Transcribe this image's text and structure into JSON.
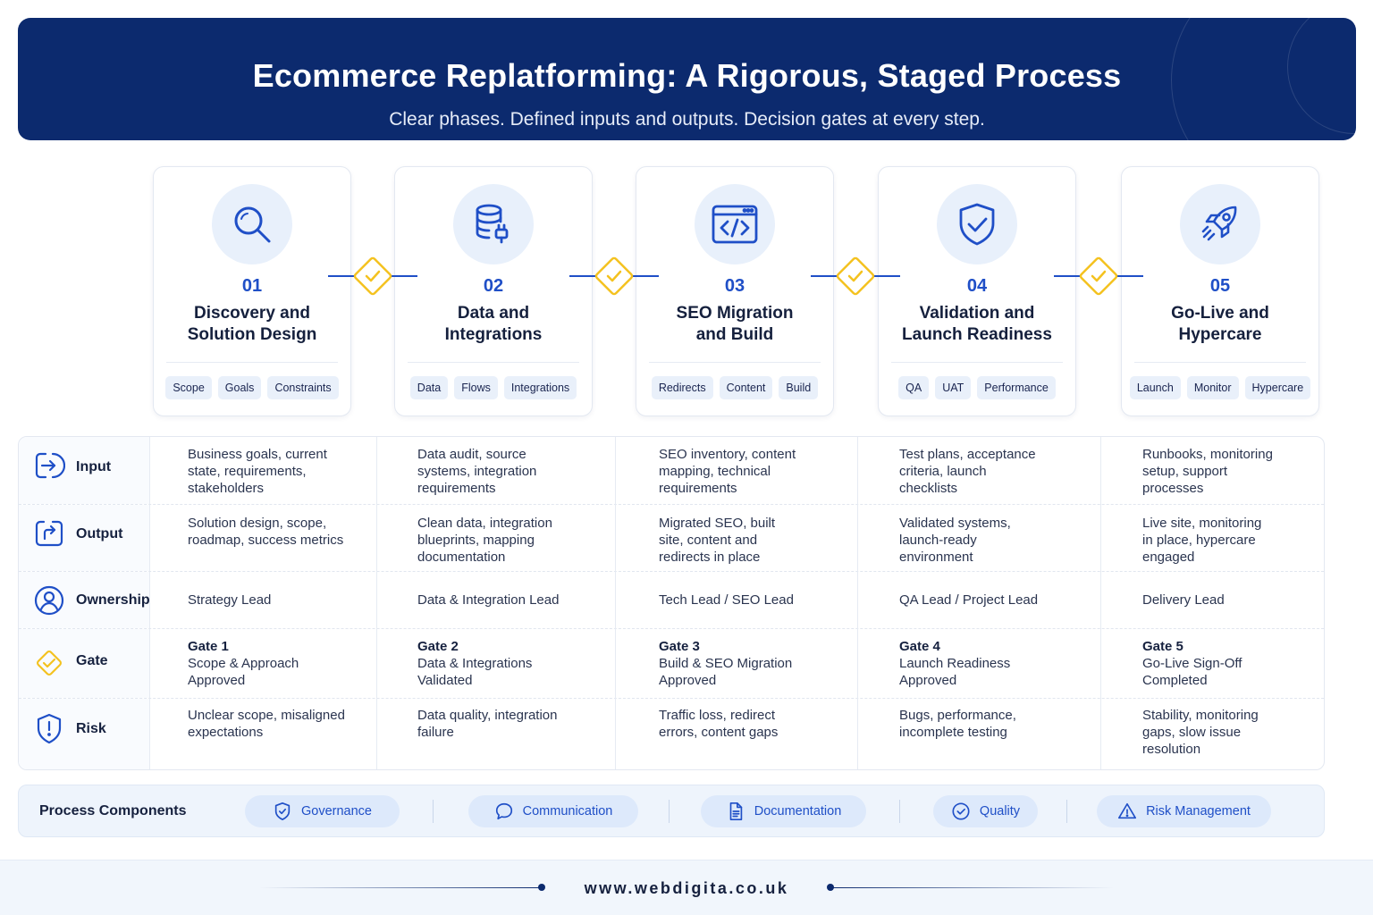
{
  "header": {
    "title": "Ecommerce Replatforming: A Rigorous, Staged Process",
    "subtitle": "Clear phases. Defined inputs and outputs. Decision gates at every step."
  },
  "phases": [
    {
      "number": "01",
      "title_line1": "Discovery and",
      "title_line2": "Solution Design",
      "icon": "magnifier-search-icon",
      "tags": [
        "Scope",
        "Goals",
        "Constraints"
      ]
    },
    {
      "number": "02",
      "title_line1": "Data and",
      "title_line2": "Integrations",
      "icon": "database-plug-icon",
      "tags": [
        "Data",
        "Flows",
        "Integrations"
      ]
    },
    {
      "number": "03",
      "title_line1": "SEO Migration",
      "title_line2": "and Build",
      "icon": "code-window-icon",
      "tags": [
        "Redirects",
        "Content",
        "Build"
      ]
    },
    {
      "number": "04",
      "title_line1": "Validation and",
      "title_line2": "Launch Readiness",
      "icon": "shield-check-icon",
      "tags": [
        "QA",
        "UAT",
        "Performance"
      ]
    },
    {
      "number": "05",
      "title_line1": "Go-Live and",
      "title_line2": "Hypercare",
      "icon": "rocket-icon",
      "tags": [
        "Launch",
        "Monitor",
        "Hypercare"
      ]
    }
  ],
  "rows": {
    "input": {
      "label": "Input",
      "icon": "arrow-in-icon",
      "cells": [
        [
          "Business goals, current",
          "state, requirements,",
          "stakeholders"
        ],
        [
          "Data audit, source",
          "systems, integration",
          "requirements"
        ],
        [
          "SEO inventory, content",
          "mapping, technical",
          "requirements"
        ],
        [
          "Test plans, acceptance",
          "criteria, launch",
          "checklists"
        ],
        [
          "Runbooks, monitoring",
          "setup, support",
          "processes"
        ]
      ]
    },
    "output": {
      "label": "Output",
      "icon": "arrow-out-icon",
      "cells": [
        [
          "Solution design, scope,",
          "roadmap, success metrics"
        ],
        [
          "Clean data, integration",
          "blueprints, mapping",
          "documentation"
        ],
        [
          "Migrated SEO, built",
          "site, content and",
          "redirects in place"
        ],
        [
          "Validated systems,",
          "launch-ready",
          "environment"
        ],
        [
          "Live site, monitoring",
          "in place, hypercare",
          "engaged"
        ]
      ]
    },
    "ownership": {
      "label": "Ownership",
      "icon": "user-icon",
      "cells": [
        [
          "Strategy Lead"
        ],
        [
          "Data & Integration Lead"
        ],
        [
          "Tech Lead / SEO Lead"
        ],
        [
          "QA Lead / Project Lead"
        ],
        [
          "Delivery Lead"
        ]
      ]
    },
    "gate": {
      "label": "Gate",
      "icon": "gate-diamond-check-icon",
      "cells": [
        {
          "name": "Gate 1",
          "lines": [
            "Scope & Approach",
            "Approved"
          ]
        },
        {
          "name": "Gate 2",
          "lines": [
            "Data & Integrations",
            "Validated"
          ]
        },
        {
          "name": "Gate 3",
          "lines": [
            "Build & SEO Migration",
            "Approved"
          ]
        },
        {
          "name": "Gate 4",
          "lines": [
            "Launch Readiness",
            "Approved"
          ]
        },
        {
          "name": "Gate 5",
          "lines": [
            "Go-Live Sign-Off",
            "Completed"
          ]
        }
      ]
    },
    "risk": {
      "label": "Risk",
      "icon": "shield-alert-icon",
      "cells": [
        [
          "Unclear scope, misaligned",
          "expectations"
        ],
        [
          "Data quality, integration",
          "failure"
        ],
        [
          "Traffic loss, redirect",
          "errors, content gaps"
        ],
        [
          "Bugs, performance,",
          "incomplete testing"
        ],
        [
          "Stability, monitoring",
          "gaps, slow issue",
          "resolution"
        ]
      ]
    }
  },
  "components": {
    "label": "Process Components",
    "items": [
      {
        "label": "Governance",
        "icon": "shield-check-icon"
      },
      {
        "label": "Communication",
        "icon": "chat-bubble-icon"
      },
      {
        "label": "Documentation",
        "icon": "document-icon"
      },
      {
        "label": "Quality",
        "icon": "check-circle-icon"
      },
      {
        "label": "Risk Management",
        "icon": "warning-triangle-icon"
      }
    ]
  },
  "footer": {
    "url": "www.webdigita.co.uk"
  },
  "colors": {
    "navy": "#0c2a6e",
    "accent_blue": "#1f4fc7",
    "gate_yellow": "#f4c21f",
    "tag_bg": "#e9f0fa"
  }
}
